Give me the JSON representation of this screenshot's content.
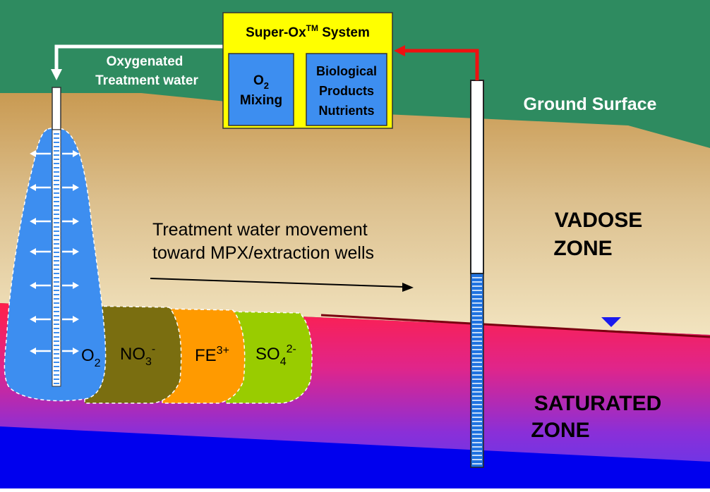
{
  "system": {
    "title": "Super-Ox",
    "title_sup": "TM",
    "title_tail": " System",
    "mixing_box": {
      "line1_base": "O",
      "line1_sub": "2",
      "line2": "Mixing"
    },
    "products_box": {
      "line1": "Biological",
      "line2": "Products",
      "line3": "Nutrients"
    }
  },
  "flow_labels": {
    "line1": "Oxygenated",
    "line2": "Treatment water"
  },
  "ground_surface": "Ground Surface",
  "vadose_zone": {
    "line1": "VADOSE",
    "line2": "ZONE"
  },
  "saturated_zone": {
    "line1": "SATURATED",
    "line2": "ZONE"
  },
  "movement_text": {
    "line1": "Treatment water movement",
    "line2": "toward MPX/extraction wells"
  },
  "acceptors": {
    "o2": {
      "base": "O",
      "sub": "2"
    },
    "no3": {
      "base": "NO",
      "sub": "3",
      "sup": "-"
    },
    "fe3": {
      "base": "FE",
      "sup": "3+"
    },
    "so4": {
      "base": "SO",
      "sub": "4",
      "sup": "2-"
    }
  },
  "colors": {
    "ground": "#2e8b60",
    "system_box": "#ffff00",
    "inner_box": "#3d8ef0",
    "injection_plume": "#3d8ef0",
    "no3_zone": "#7a6e10",
    "fe3_zone": "#ff9a00",
    "so4_zone": "#99cc00",
    "return_arrow": "#ee1111",
    "water_table_marker": "#1a1aee",
    "bedrock": "#0000ee"
  }
}
